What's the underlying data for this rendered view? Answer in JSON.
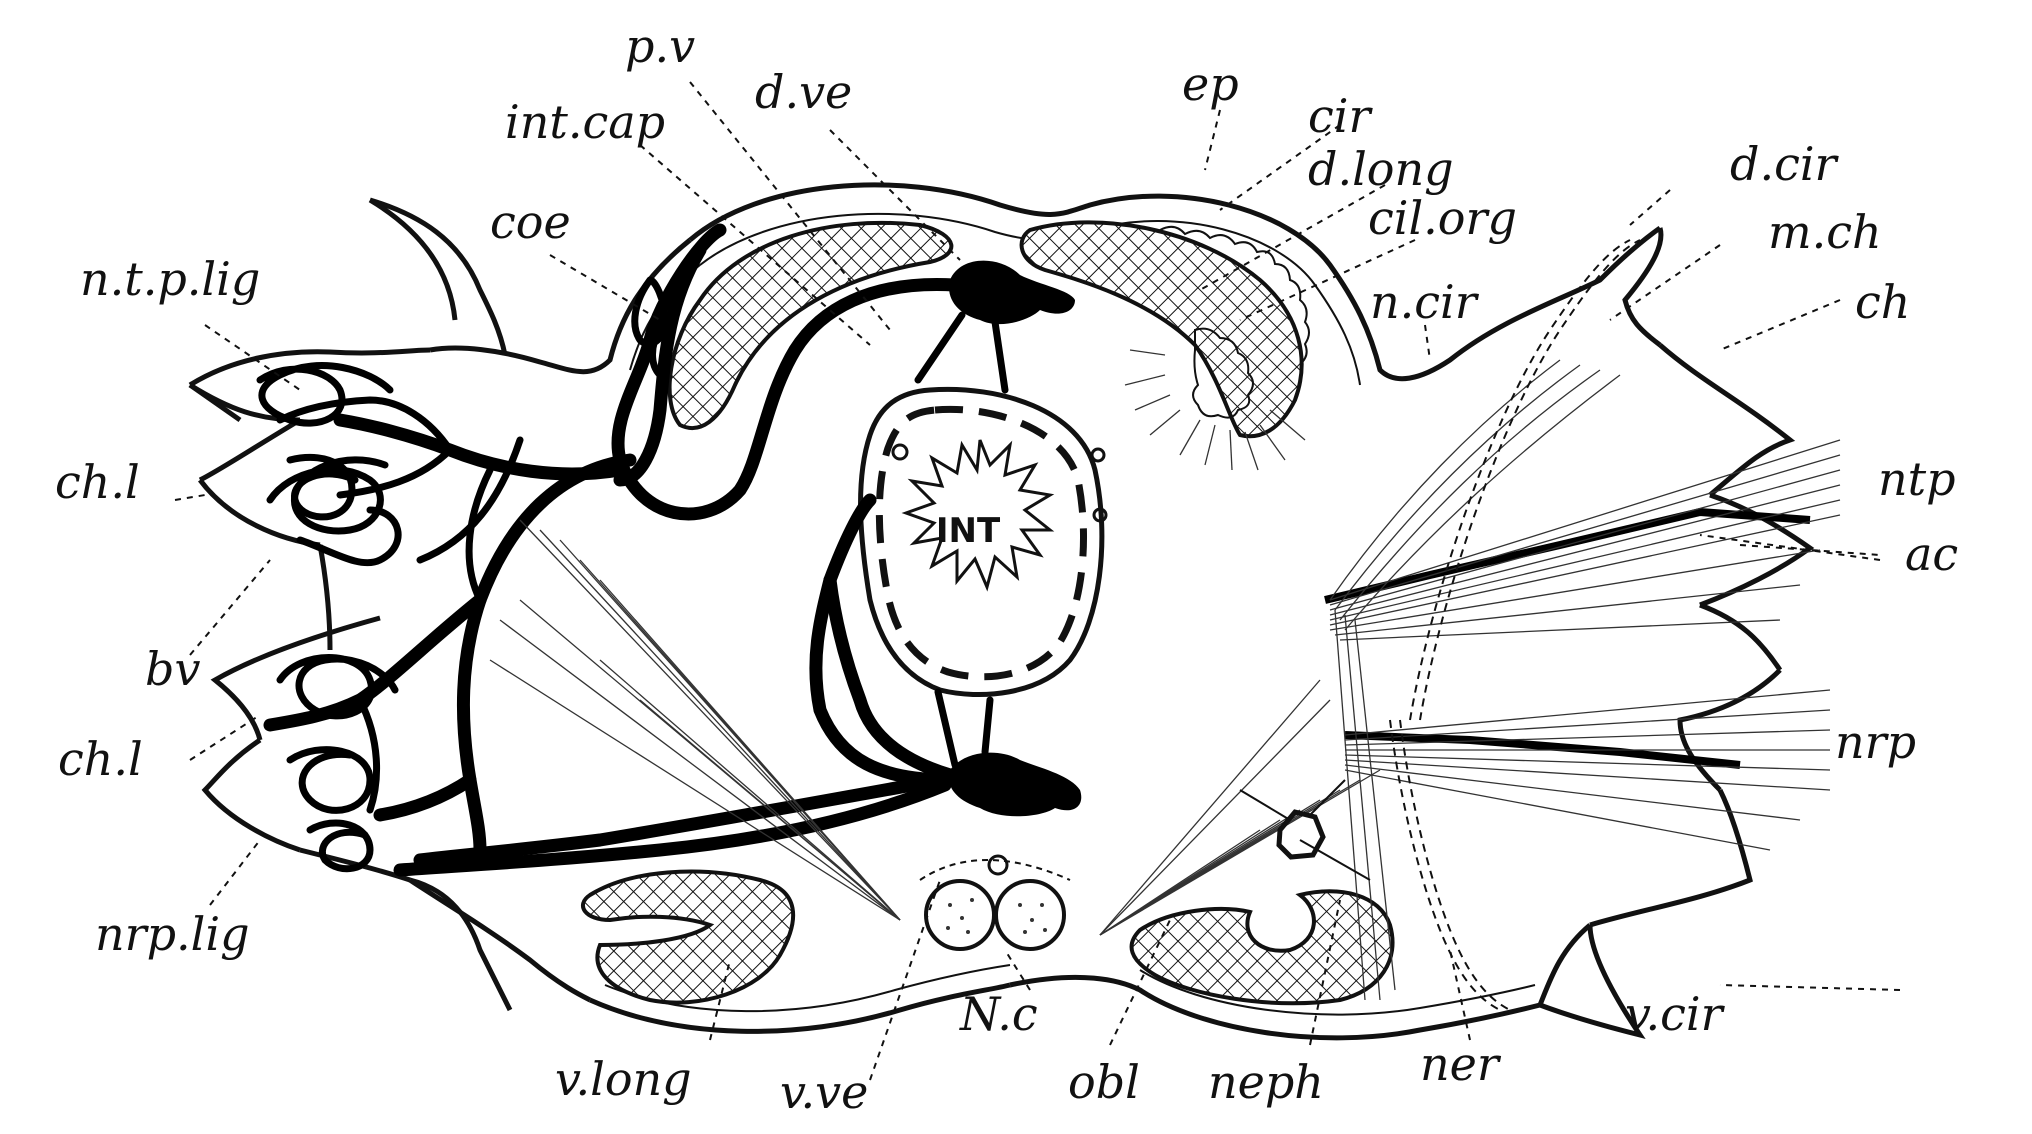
{
  "diagram": {
    "labels": {
      "pv": "p.v",
      "d_ve": "d.ve",
      "int_cap": "int.cap",
      "ep": "ep",
      "cir": "cir",
      "d_long": "d.long",
      "cil_org": "cil.org",
      "d_cir": "d.cir",
      "coe": "coe",
      "m_ch": "m.ch",
      "ntp_lig": "n.t.p.lig",
      "n_cir": "n.cir",
      "ch": "ch",
      "ch_l_upper": "ch.l",
      "ntp": "ntp",
      "ac": "ac",
      "bv": "bv",
      "ch_l_lower": "ch.l",
      "nrp": "nrp",
      "nrp_lig": "nrp.lig",
      "v_cir": "v.cir",
      "nc": "N.c",
      "v_long": "v.long",
      "v_ve": "v.ve",
      "obl": "obl",
      "neph": "neph",
      "ner": "ner",
      "int": "INT"
    }
  }
}
